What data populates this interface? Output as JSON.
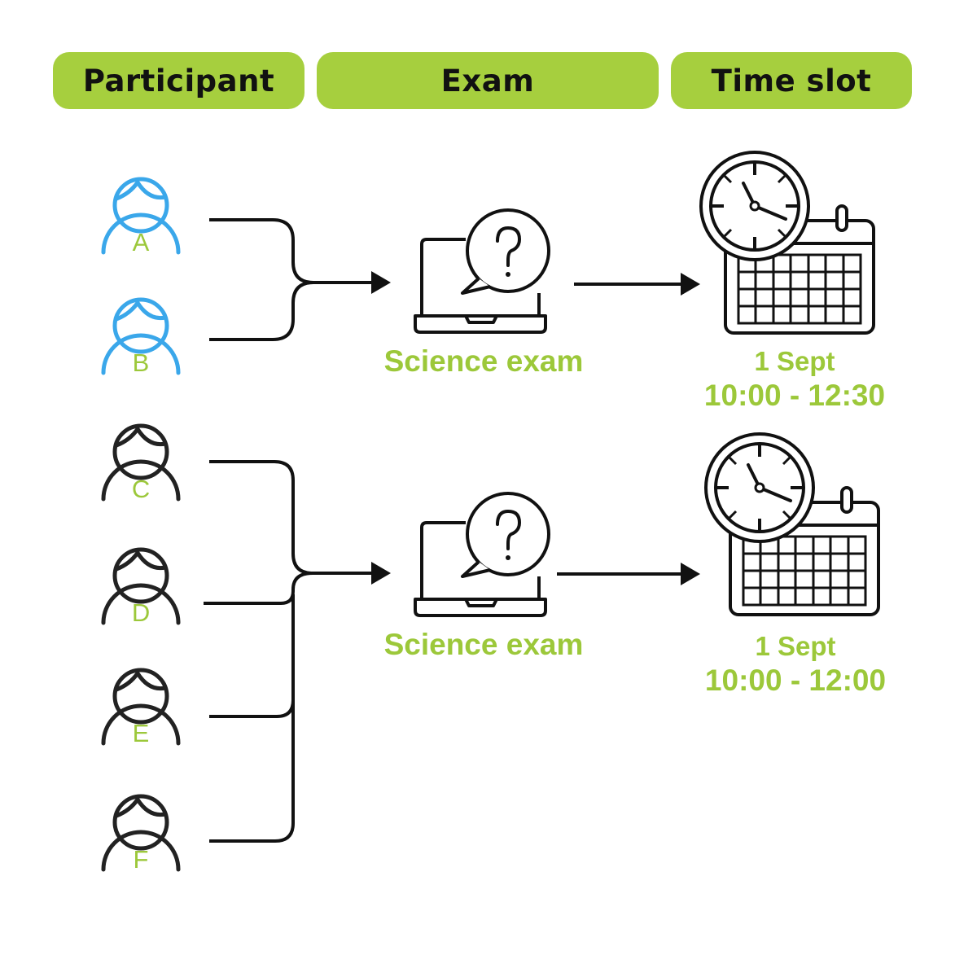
{
  "colors": {
    "header_bg": "#a6cf3e",
    "label_green": "#9cc83a",
    "person_blue": "#3aa7ea",
    "person_dark": "#222222",
    "line": "#111111"
  },
  "headers": {
    "participant": "Participant",
    "exam": "Exam",
    "time_slot": "Time slot"
  },
  "participants": [
    {
      "letter": "A",
      "color": "#3aa7ea"
    },
    {
      "letter": "B",
      "color": "#3aa7ea"
    },
    {
      "letter": "C",
      "color": "#222222"
    },
    {
      "letter": "D",
      "color": "#222222"
    },
    {
      "letter": "E",
      "color": "#222222"
    },
    {
      "letter": "F",
      "color": "#222222"
    }
  ],
  "exams": [
    {
      "label": "Science exam",
      "icon": "laptop-question-icon"
    },
    {
      "label": "Science exam",
      "icon": "laptop-question-icon"
    }
  ],
  "time_slots": [
    {
      "date": "1 Sept",
      "time": "10:00 - 12:30",
      "icon": "clock-calendar-icon"
    },
    {
      "date": "1 Sept",
      "time": "10:00 - 12:00",
      "icon": "clock-calendar-icon"
    }
  ]
}
